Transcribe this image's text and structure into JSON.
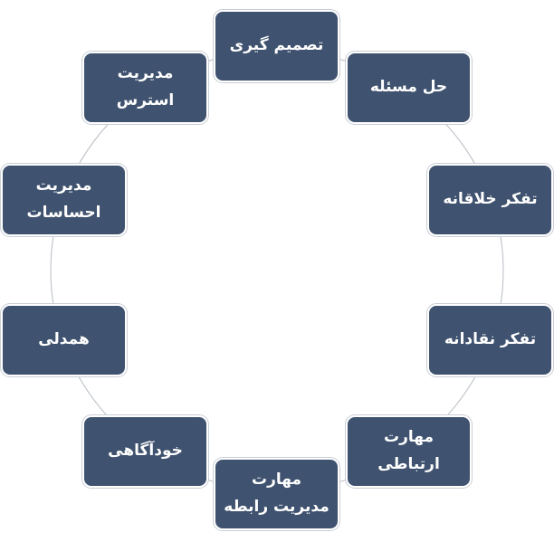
{
  "nodes": [
    {
      "label": "تصمیم گیری"
    },
    {
      "label": "حل مسئله"
    },
    {
      "label": "تفکر خلاقانه"
    },
    {
      "label": "تفکر نقادانه"
    },
    {
      "label": "مهارت\nارتباطی"
    },
    {
      "label": "مهارت\nمدیریت رابطه"
    },
    {
      "label": "خودآگاهی"
    },
    {
      "label": "همدلی"
    },
    {
      "label": "مدیریت\nاحساسات"
    },
    {
      "label": "مدیریت\nاسترس"
    }
  ],
  "colors": {
    "node_fill": "#3f526f",
    "node_border": "#ffffff",
    "ring": "#b8bcc3",
    "text": "#ffffff"
  }
}
